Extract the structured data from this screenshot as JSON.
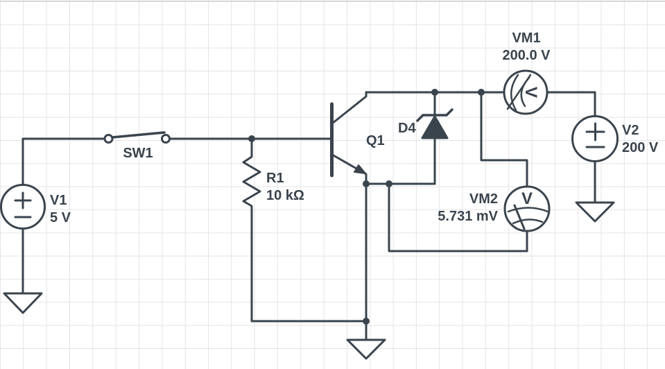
{
  "colors": {
    "ink": "#3a444d",
    "grid": "#e4e4e7",
    "background": "#ffffff"
  },
  "components": {
    "v1": {
      "label": "V1",
      "value": "5 V"
    },
    "sw1": {
      "label": "SW1"
    },
    "r1": {
      "label": "R1",
      "value": "10 kΩ"
    },
    "q1": {
      "label": "Q1"
    },
    "d4": {
      "label": "D4"
    },
    "vm1": {
      "label": "VM1",
      "value": "200.0 V",
      "glyph": "V"
    },
    "vm2": {
      "label": "VM2",
      "value": "5.731 mV",
      "glyph": "V"
    },
    "v2": {
      "label": "V2",
      "value": "200 V"
    }
  }
}
